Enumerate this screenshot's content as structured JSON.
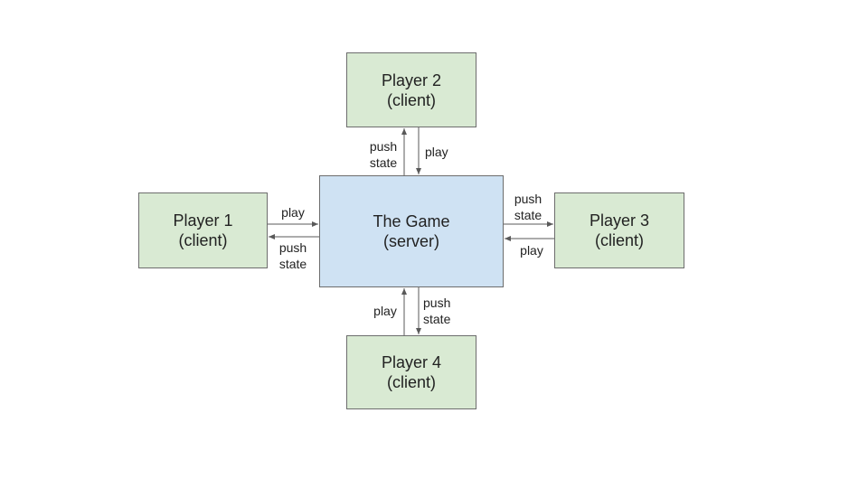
{
  "diagram": {
    "server": {
      "name": "The Game",
      "role": "(server)"
    },
    "players": [
      {
        "name": "Player 1",
        "role": "(client)"
      },
      {
        "name": "Player 2",
        "role": "(client)"
      },
      {
        "name": "Player 3",
        "role": "(client)"
      },
      {
        "name": "Player 4",
        "role": "(client)"
      }
    ],
    "edge_labels": {
      "play": "play",
      "push_state_1": "push",
      "push_state_2": "state"
    },
    "colors": {
      "client_fill": "#d9ead3",
      "server_fill": "#cfe2f3",
      "border": "#6d6d6d",
      "arrow": "#595959"
    }
  }
}
